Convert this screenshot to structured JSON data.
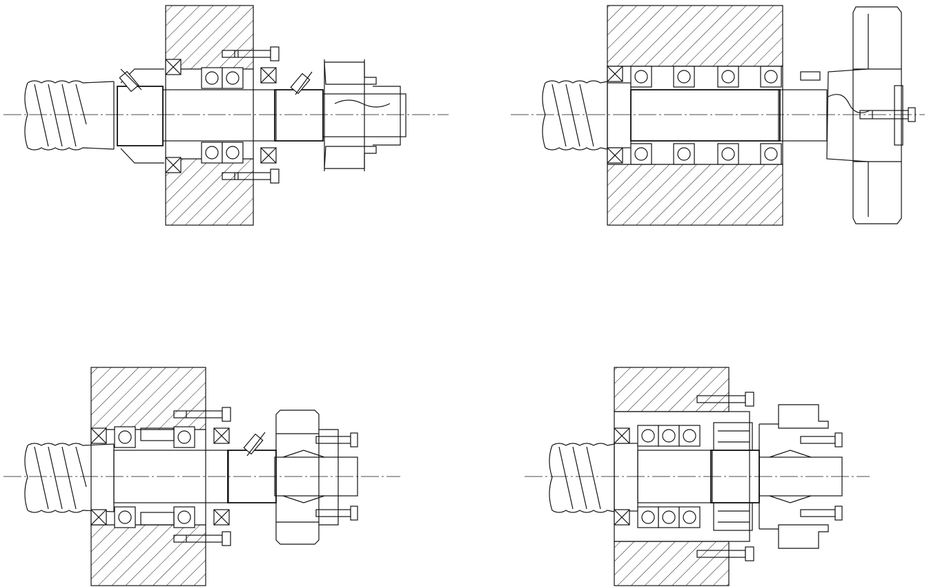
{
  "figure": {
    "description_items": [
      {
        "id": "top-left",
        "type": "ball screw end support with belt pulley"
      },
      {
        "id": "top-right",
        "type": "ball screw end support with handwheel"
      },
      {
        "id": "bottom-left",
        "type": "ball screw end support with spur gear"
      },
      {
        "id": "bottom-right",
        "type": "ball screw end support with pulley and expansion sleeve"
      }
    ],
    "colors": {
      "line": "#111111",
      "background": "#ffffff"
    }
  }
}
